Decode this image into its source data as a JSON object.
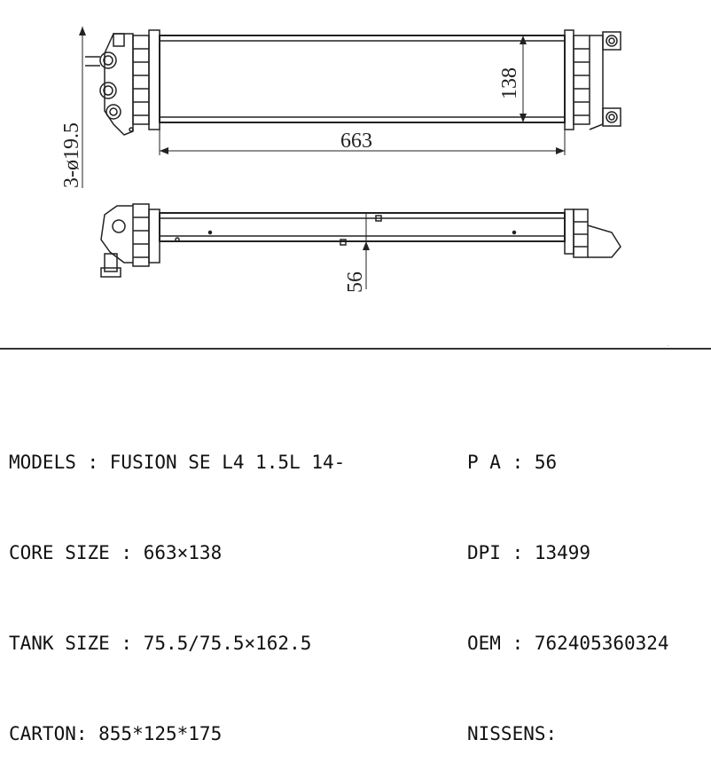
{
  "drawing": {
    "dims": {
      "core_width": "663",
      "core_height": "138",
      "holes": "3-ø19.5",
      "thickness": "56"
    }
  },
  "specs": {
    "left": [
      {
        "key": "models",
        "text": "MODELS : FUSION SE L4 1.5L 14-"
      },
      {
        "key": "core_size",
        "text": "CORE SIZE : 663×138"
      },
      {
        "key": "tank_size",
        "text": "TANK SIZE : 75.5/75.5×162.5"
      },
      {
        "key": "carton",
        "text": "CARTON: 855*125*175"
      }
    ],
    "right": [
      {
        "key": "pa",
        "text": "P A : 56"
      },
      {
        "key": "dpi",
        "text": "DPI : 13499"
      },
      {
        "key": "oem",
        "text": "OEM : 762405360324"
      },
      {
        "key": "nissens",
        "text": "NISSENS:"
      }
    ]
  }
}
